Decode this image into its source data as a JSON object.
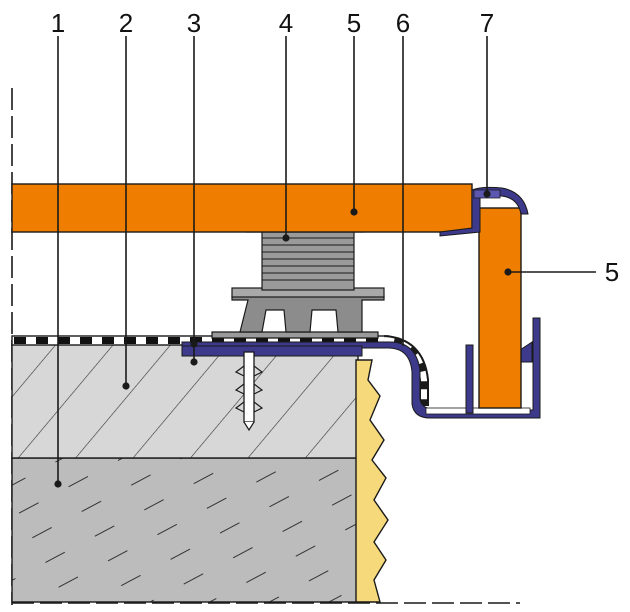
{
  "callouts": {
    "c1": "1",
    "c2": "2",
    "c3": "3",
    "c4": "4",
    "c5": "5",
    "c6": "6",
    "c7": "7",
    "c5_side": "5"
  },
  "colors": {
    "deck_orange": "#ef7d00",
    "profile_purple": "#3d3a8c",
    "insulation_yellow": "#f6d97b",
    "screed_gray": "#d7d7d7",
    "concrete_gray": "#bcbcbc",
    "pedestal_gray": "#8c8c8c",
    "line_dark": "#1a1a1a"
  },
  "icons": {
    "pedestal": "adjustable-pedestal-icon",
    "anchor": "wall-anchor-icon"
  }
}
